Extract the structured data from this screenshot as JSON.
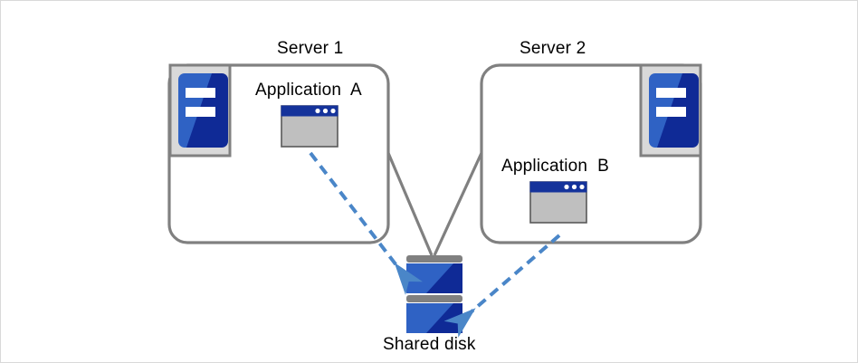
{
  "diagram": {
    "title_server1": "Server 1",
    "title_server2": "Server 2",
    "app_a_label": "Application  A",
    "app_b_label": "Application  B",
    "shared_disk_label": "Shared disk",
    "icons": {
      "server1": "server-icon",
      "server2": "server-icon",
      "app_a": "application-window-icon",
      "app_b": "application-window-icon",
      "disk": "shared-disk-icon",
      "arrow_a": "dashed-arrow-icon",
      "arrow_b": "dashed-arrow-icon"
    },
    "colors": {
      "box_border": "#808080",
      "icon_frame_fill": "#d9d9d9",
      "icon_frame_border": "#808080",
      "server_blue_light": "#2f62c4",
      "server_blue_dark": "#0f2a96",
      "titlebar_navy": "#15339b",
      "window_body_gray": "#bfbfbf",
      "window_border": "#595959",
      "disk_blue_light": "#2f62c4",
      "disk_blue_dark": "#0f2a96",
      "disk_bar_gray": "#808080",
      "dashed_arrow_blue": "#4a86c8",
      "connector_gray": "#808080",
      "page_border": "#d9d9d9",
      "background": "#ffffff",
      "text": "#000000"
    }
  }
}
